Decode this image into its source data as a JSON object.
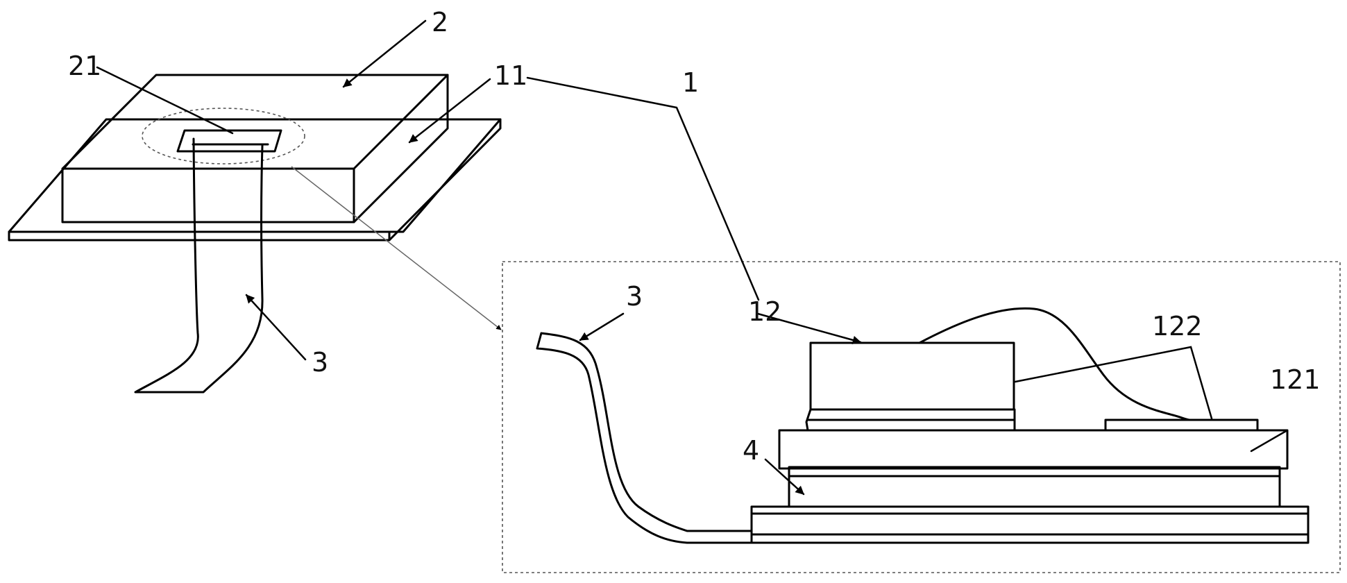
{
  "labels": {
    "l2": "2",
    "l21": "21",
    "l11": "11",
    "l1": "1",
    "l3_left": "3",
    "l3_right": "3",
    "l12": "12",
    "l122": "122",
    "l121": "121",
    "l4": "4"
  }
}
